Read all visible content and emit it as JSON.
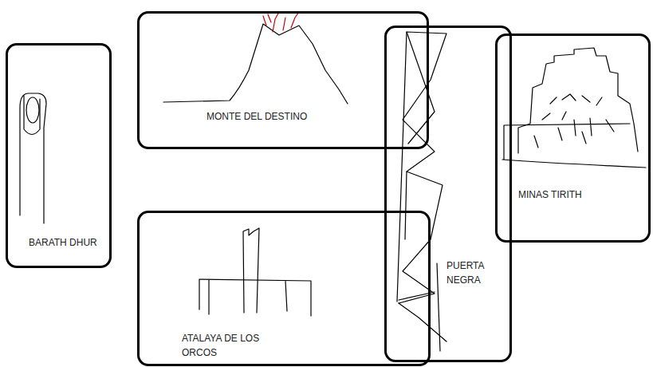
{
  "diagram": {
    "nodes": [
      {
        "text": [
          "BARATH DHUR"
        ]
      },
      {
        "text": [
          "MONTE DEL DESTINO"
        ]
      },
      {
        "text": [
          "ATALAYA DE LOS ORCOS"
        ]
      },
      {
        "text": [
          "PUERTA NEGRA"
        ]
      },
      {
        "text": [
          "MINAS TIRITH"
        ]
      }
    ]
  }
}
